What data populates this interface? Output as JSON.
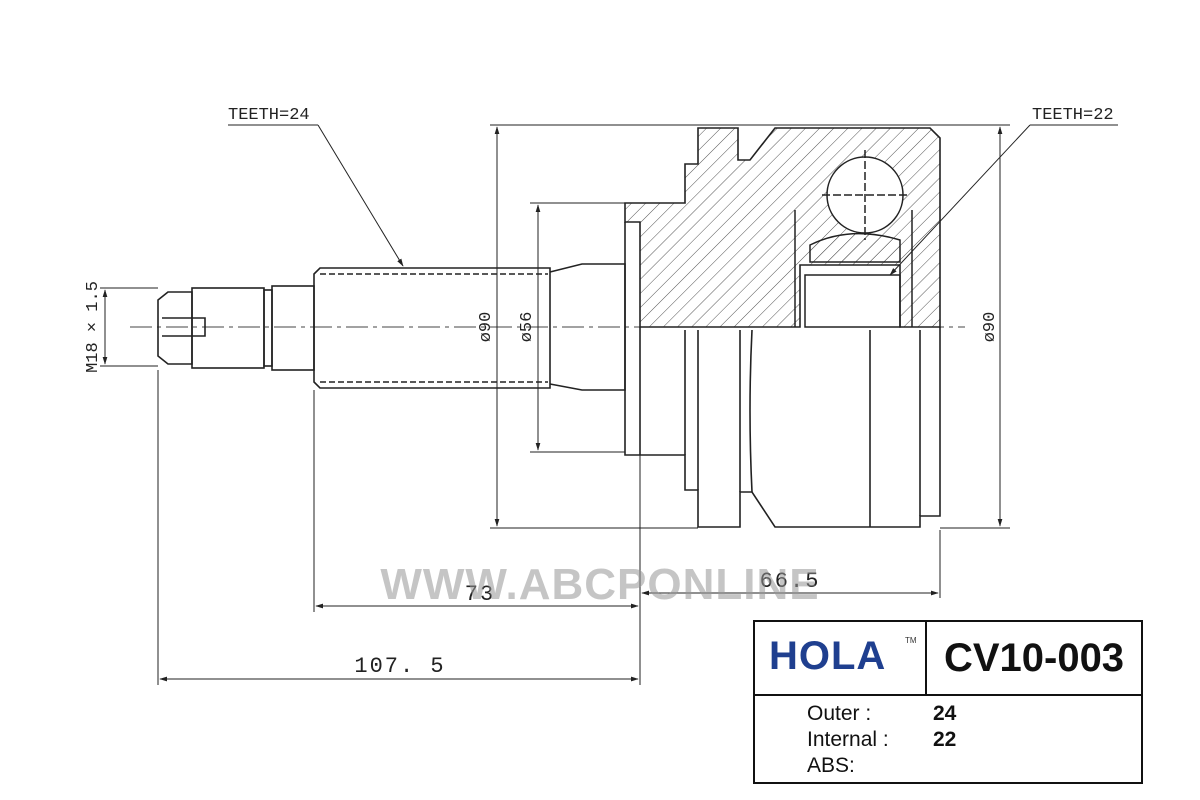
{
  "annotations": {
    "teeth_left": "TEETH=24",
    "teeth_right": "TEETH=22",
    "thread": "M18 × 1.5",
    "dia_90_left": "ø90",
    "dia_56": "ø56",
    "dia_90_right": "ø90",
    "len_73": "73",
    "len_66_5": "66.5",
    "len_107_5": "107. 5"
  },
  "watermark": "WWW.ABCPONLINE",
  "title_block": {
    "brand": "HOLA",
    "brand_tm": "TM",
    "part_number": "CV10-003",
    "outer_label": "Outer :",
    "outer_value": "24",
    "internal_label": "Internal :",
    "internal_value": "22",
    "abs_label": "ABS:",
    "abs_value": ""
  },
  "colors": {
    "line": "#222222",
    "brand": "#1f3f8f",
    "watermark": "#969696"
  }
}
